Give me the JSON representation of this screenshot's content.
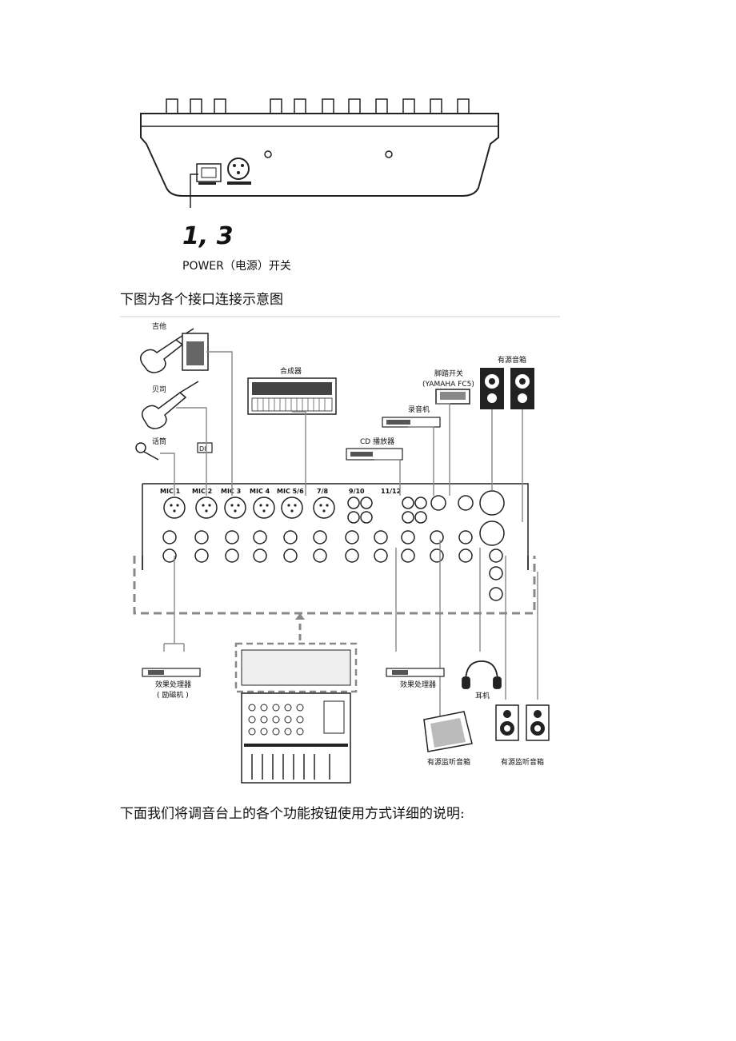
{
  "figure1": {
    "step_label": "1, 3",
    "power_label": "POWER（电源）开关"
  },
  "caption1": "下图为各个接口连接示意图",
  "figure2": {
    "labels": {
      "guitar": "吉他",
      "bass": "贝司",
      "mic": "话筒",
      "di": "DI",
      "synth": "合成器",
      "footswitch_line1": "脚踏开关",
      "footswitch_line2": "(YAMAHA FC5)",
      "powered_speakers": "有源音箱",
      "recorder": "录音机",
      "cd_player": "CD 播放器",
      "effects_left_line1": "效果处理器",
      "effects_left_line2": "( 励磁机 )",
      "effects_right": "效果处理器",
      "headphones": "耳机",
      "monitor_left": "有源监听音箱",
      "monitor_right": "有源监听音箱"
    },
    "channels": [
      "MIC 1",
      "MIC 2",
      "MIC 3",
      "MIC 4",
      "MIC 5/6",
      "7/8",
      "9/10",
      "11/12"
    ]
  },
  "caption2": "下面我们将调音台上的各个功能按钮使用方式详细的说明:"
}
